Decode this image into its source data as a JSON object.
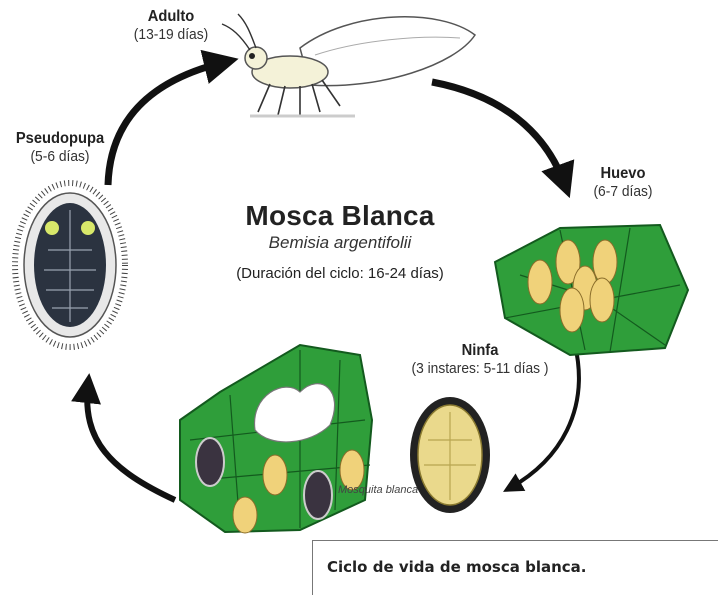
{
  "diagram": {
    "title": "Mosca Blanca",
    "scientific_name": "Bemisia argentifolii",
    "duration": "(Duración del ciclo: 16-24 días)",
    "stages": [
      {
        "name": "Adulto",
        "duration": "(13-19 días)",
        "image_label": "Mosquita blanca"
      },
      {
        "name": "Huevo",
        "duration": "(6-7 días)"
      },
      {
        "name": "Ninfa",
        "duration": "(3 instares: 5-11 días )"
      },
      {
        "name": "Pseudopupa",
        "duration": "(5-6 días)"
      }
    ]
  },
  "caption": "Ciclo de vida de mosca blanca.",
  "colors": {
    "leaf": "#2f9e3a",
    "leaf_vein": "#135a1e",
    "egg": "#f0d27a",
    "nymph": "#ead98c",
    "pupa": "#2b3340",
    "arrow": "#111111"
  }
}
